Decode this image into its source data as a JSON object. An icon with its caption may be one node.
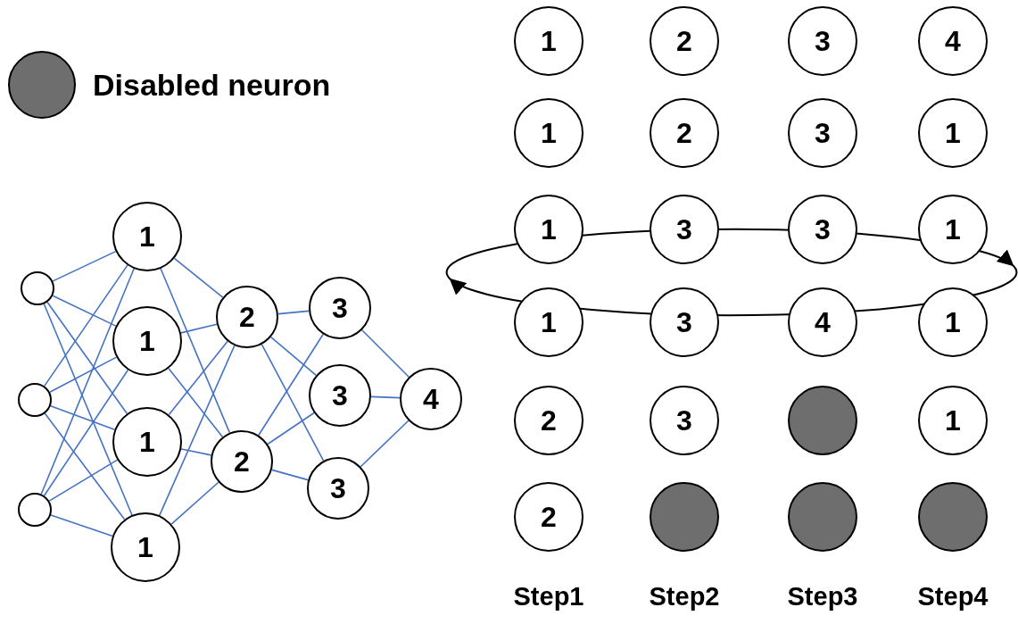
{
  "diagram": {
    "nodes": [
      {
        "text": [],
        "shape": "circle"
      },
      {
        "text": [],
        "shape": "circle"
      },
      {
        "text": [],
        "shape": "circle"
      },
      {
        "text": [
          "1"
        ]
      },
      {
        "text": [
          "1"
        ]
      },
      {
        "text": [
          "1"
        ]
      },
      {
        "text": [
          "1"
        ]
      },
      {
        "text": [
          "2"
        ]
      },
      {
        "text": [
          "2"
        ]
      },
      {
        "text": [
          "3"
        ]
      },
      {
        "text": [
          "3"
        ]
      },
      {
        "text": [
          "3"
        ]
      },
      {
        "text": [
          "4"
        ]
      },
      {
        "text": [
          "1"
        ]
      },
      {
        "text": [
          "2"
        ]
      },
      {
        "text": [
          "3"
        ]
      },
      {
        "text": [
          "4"
        ]
      },
      {
        "text": [
          "1"
        ]
      },
      {
        "text": [
          "2"
        ]
      },
      {
        "text": [
          "3"
        ]
      },
      {
        "text": [
          "1"
        ]
      },
      {
        "text": [
          "1"
        ]
      },
      {
        "text": [
          "3"
        ]
      },
      {
        "text": [
          "3"
        ]
      },
      {
        "text": [
          "1"
        ]
      },
      {
        "text": [
          "1"
        ]
      },
      {
        "text": [
          "3"
        ]
      },
      {
        "text": [
          "4"
        ]
      },
      {
        "text": [
          "1"
        ]
      },
      {
        "text": [
          "2"
        ]
      },
      {
        "text": [
          "3"
        ]
      },
      {
        "text": [],
        "shape": "circle"
      },
      {
        "text": [
          "1"
        ]
      },
      {
        "text": [
          "2"
        ]
      },
      {
        "text": [],
        "shape": "circle"
      },
      {
        "text": [],
        "shape": "circle"
      },
      {
        "text": [],
        "shape": "circle"
      }
    ],
    "edges": [
      {
        "from": 0,
        "to": 3,
        "arrow": "none"
      },
      {
        "from": 0,
        "to": 4,
        "arrow": "none"
      },
      {
        "from": 0,
        "to": 5,
        "arrow": "none"
      },
      {
        "from": 0,
        "to": 6,
        "arrow": "none"
      },
      {
        "from": 1,
        "to": 3,
        "arrow": "none"
      },
      {
        "from": 1,
        "to": 4,
        "arrow": "none"
      },
      {
        "from": 1,
        "to": 5,
        "arrow": "none"
      },
      {
        "from": 1,
        "to": 6,
        "arrow": "none"
      },
      {
        "from": 2,
        "to": 3,
        "arrow": "none"
      },
      {
        "from": 2,
        "to": 4,
        "arrow": "none"
      },
      {
        "from": 2,
        "to": 5,
        "arrow": "none"
      },
      {
        "from": 2,
        "to": 6,
        "arrow": "none"
      },
      {
        "from": 3,
        "to": 7,
        "arrow": "none"
      },
      {
        "from": 3,
        "to": 8,
        "arrow": "none"
      },
      {
        "from": 4,
        "to": 7,
        "arrow": "none"
      },
      {
        "from": 4,
        "to": 8,
        "arrow": "none"
      },
      {
        "from": 5,
        "to": 7,
        "arrow": "none"
      },
      {
        "from": 5,
        "to": 8,
        "arrow": "none"
      },
      {
        "from": 6,
        "to": 7,
        "arrow": "none"
      },
      {
        "from": 6,
        "to": 8,
        "arrow": "none"
      },
      {
        "from": 7,
        "to": 9,
        "arrow": "none"
      },
      {
        "from": 7,
        "to": 10,
        "arrow": "none"
      },
      {
        "from": 7,
        "to": 11,
        "arrow": "none"
      },
      {
        "from": 8,
        "to": 9,
        "arrow": "none"
      },
      {
        "from": 8,
        "to": 10,
        "arrow": "none"
      },
      {
        "from": 8,
        "to": 11,
        "arrow": "none"
      },
      {
        "from": 9,
        "to": 12,
        "arrow": "none"
      },
      {
        "from": 10,
        "to": 12,
        "arrow": "none"
      },
      {
        "from": 11,
        "to": 12,
        "arrow": "none"
      }
    ],
    "labels": [
      "Step1",
      "Step2",
      "Step3",
      "Step4"
    ],
    "legend": [
      {
        "text": "Disabled neuron",
        "color": "#6e6e6e"
      }
    ]
  }
}
